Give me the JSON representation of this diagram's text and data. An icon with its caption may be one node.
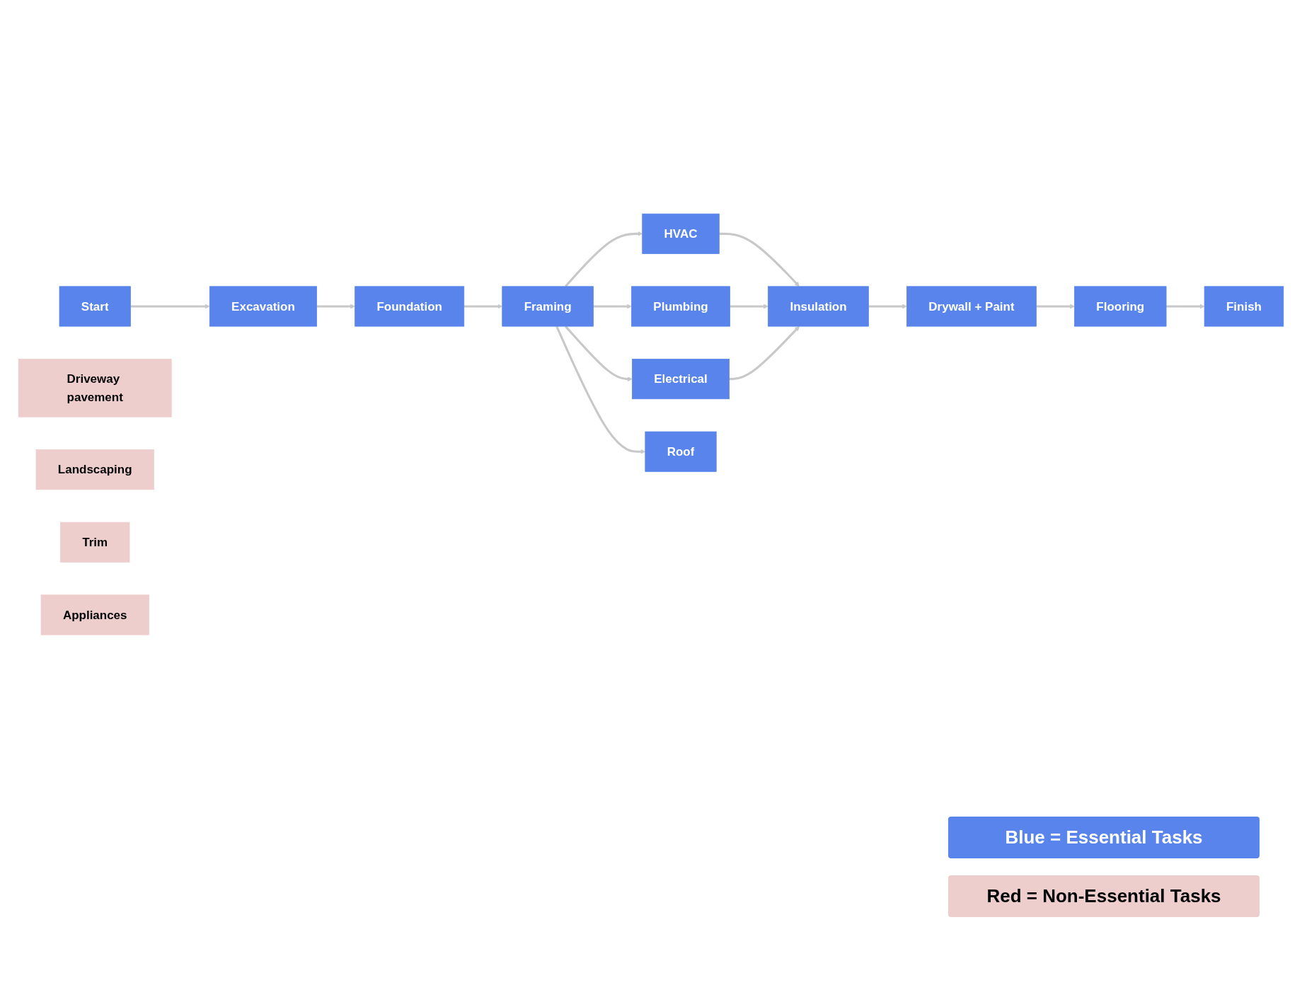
{
  "diagram": {
    "nodes": [
      {
        "text": [
          "Start"
        ]
      },
      {
        "text": [
          "Excavation"
        ]
      },
      {
        "text": [
          "Foundation"
        ]
      },
      {
        "text": [
          "Framing"
        ]
      },
      {
        "text": [
          "HVAC"
        ]
      },
      {
        "text": [
          "Plumbing"
        ]
      },
      {
        "text": [
          "Electrical"
        ]
      },
      {
        "text": [
          "Roof"
        ]
      },
      {
        "text": [
          "Insulation"
        ]
      },
      {
        "text": [
          "Drywall + Paint"
        ]
      },
      {
        "text": [
          "Flooring"
        ]
      },
      {
        "text": [
          "Finish"
        ]
      },
      {
        "text": [
          "Driveway pavement"
        ]
      },
      {
        "text": [
          "Landscaping"
        ]
      },
      {
        "text": [
          "Trim"
        ]
      },
      {
        "text": [
          "Appliances"
        ]
      }
    ],
    "edges": [
      {
        "from": 0,
        "to": 1,
        "arrow": "to"
      },
      {
        "from": 1,
        "to": 2,
        "arrow": "to"
      },
      {
        "from": 2,
        "to": 3,
        "arrow": "to"
      },
      {
        "from": 3,
        "to": 4,
        "arrow": "to"
      },
      {
        "from": 3,
        "to": 5,
        "arrow": "to"
      },
      {
        "from": 3,
        "to": 6,
        "arrow": "to"
      },
      {
        "from": 3,
        "to": 7,
        "arrow": "to"
      },
      {
        "from": 4,
        "to": 8,
        "arrow": "to"
      },
      {
        "from": 5,
        "to": 8,
        "arrow": "to"
      },
      {
        "from": 6,
        "to": 8,
        "arrow": "to"
      },
      {
        "from": 8,
        "to": 9,
        "arrow": "to"
      },
      {
        "from": 9,
        "to": 10,
        "arrow": "to"
      },
      {
        "from": 10,
        "to": 11,
        "arrow": "to"
      }
    ],
    "legend": [
      {
        "text": "Blue = Essential Tasks",
        "color": "#5884ec"
      },
      {
        "text": "Red = Non-Essential Tasks",
        "color": "#eecdcd"
      }
    ]
  }
}
